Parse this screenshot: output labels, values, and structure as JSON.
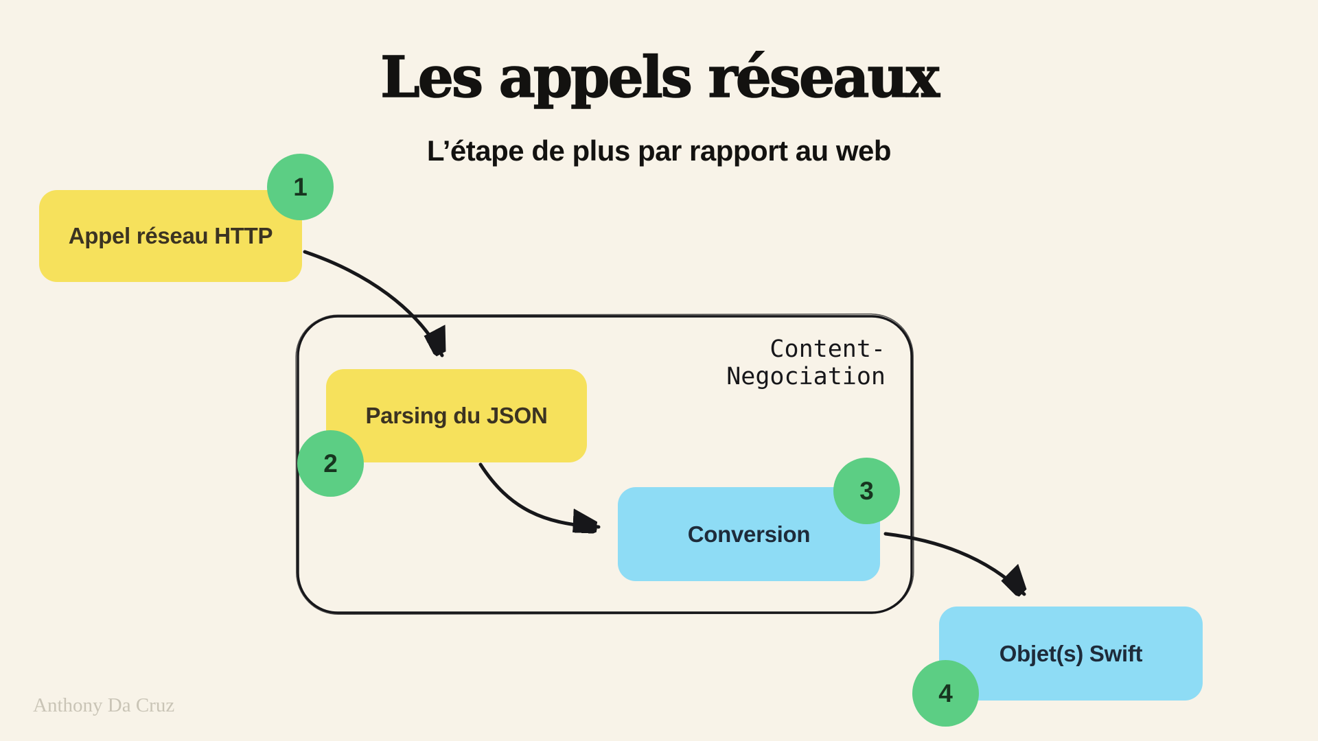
{
  "colors": {
    "background": "#F8F3E8",
    "ink": "#17171A",
    "yellow": "#F6E15C",
    "blue": "#8EDCF5",
    "green": "#5CCE84",
    "yellow_text": "#3B3322",
    "blue_text": "#1E2B3A",
    "badge_text": "#17351F",
    "title_text": "#131210",
    "watermark_text": "#C9C4B6"
  },
  "header": {
    "title": "Les appels réseaux",
    "subtitle": "L’étape de plus par rapport au web"
  },
  "diagram": {
    "container_label": "Content-Negociation",
    "nodes": [
      {
        "badge": "1",
        "label": "Appel réseau HTTP",
        "color": "yellow"
      },
      {
        "badge": "2",
        "label": "Parsing du JSON",
        "color": "yellow"
      },
      {
        "badge": "3",
        "label": "Conversion",
        "color": "blue"
      },
      {
        "badge": "4",
        "label": "Objet(s) Swift",
        "color": "blue"
      }
    ],
    "arrows": [
      {
        "from": "1",
        "to": "2"
      },
      {
        "from": "2",
        "to": "3"
      },
      {
        "from": "3",
        "to": "4"
      }
    ]
  },
  "footer": {
    "watermark": "Anthony Da Cruz"
  }
}
